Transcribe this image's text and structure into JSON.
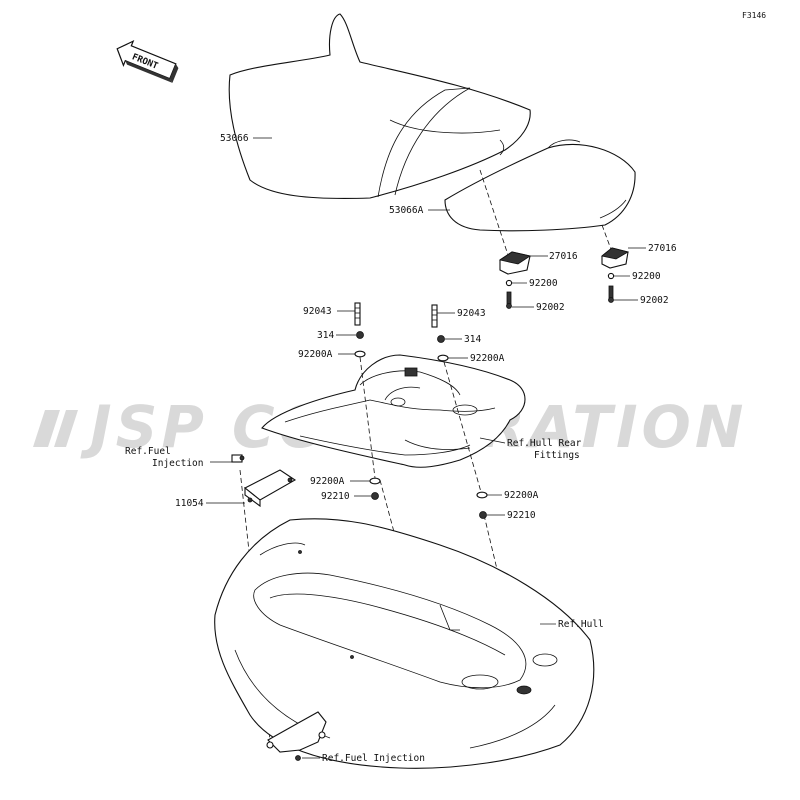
{
  "figure_id": "F3146",
  "front_arrow_label": "FRONT",
  "watermark": "JSP CORPORATION",
  "labels": {
    "seat_front": "53066",
    "seat_rear": "53066A",
    "bracket_left": "27016",
    "bracket_right": "27016",
    "washer_bracket_left": "92200",
    "washer_bracket_right": "92200",
    "bolt_bracket_left": "92002",
    "bolt_bracket_right": "92002",
    "stud_left": "92043",
    "stud_right": "92043",
    "nut_top_left": "314",
    "nut_top_right": "314",
    "washer_top_left": "92200A",
    "washer_top_right": "92200A",
    "washer_bottom_left": "92200A",
    "washer_bottom_right": "92200A",
    "nut_bottom_left": "92210",
    "nut_bottom_right": "92210",
    "ref_fuel_top_line1": "Ref.Fuel",
    "ref_fuel_top_line2": "Injection",
    "fuel_bracket": "11054",
    "ref_hull_rear_line1": "Ref.Hull Rear",
    "ref_hull_rear_line2": "Fittings",
    "ref_hull": "Ref.Hull",
    "ref_fuel_bottom": "Ref.Fuel Injection"
  }
}
